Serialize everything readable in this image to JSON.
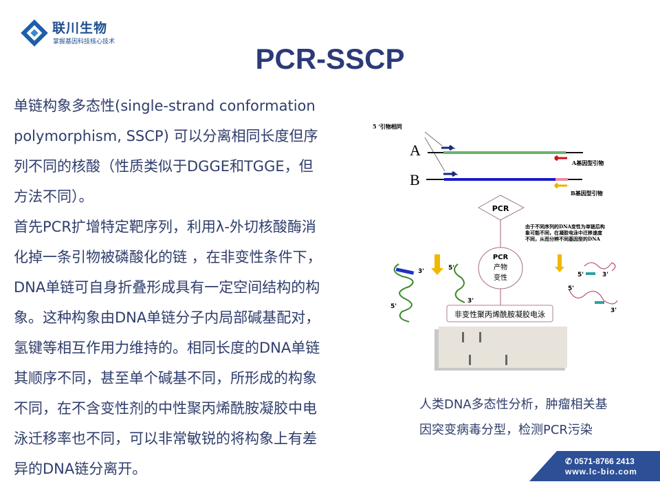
{
  "logo": {
    "name": "联川生物",
    "tagline": "掌握基因科技核心技术"
  },
  "title": "PCR-SSCP",
  "paragraph1": [
    "单链构象多态性(single-strand  conformation",
    "polymorphism, SSCP) 可以分离相同长度但序",
    "列不同的核酸（性质类似于DGGE和TGGE，但",
    "方法不同）。"
  ],
  "paragraph2": [
    "首先PCR扩增特定靶序列，利用λ-外切核酸酶消",
    "化掉一条引物被磷酸化的链 ，在非变性条件下，",
    "DNA单链可自身折叠形成具有一定空间结构的构",
    "象。这种构象由DNA单链分子内局部碱基配对，",
    "氢键等相互作用力维持的。相同长度的DNA单链",
    "其顺序不同，甚至单个碱基不同，所形成的构象",
    "不同，在不含变性剂的中性聚丙烯酰胺凝胶中电",
    "泳迁移率也不同，可以非常敏锐的将构象上有差",
    "异的DNA链分离开。"
  ],
  "diagram": {
    "primer_same_label": "5 '引物相同",
    "strand_a": "A",
    "strand_b": "B",
    "primer_a_label": "A基因型引物",
    "primer_b_label": "B基因型引物",
    "pcr_label": "PCR",
    "note": [
      "由于不同序列的DNA变性为单链后构",
      "象可能不同，在凝胶电泳中迁移速度",
      "不同，从而分辨不同基因型的DNA"
    ],
    "denature": [
      "PCR",
      "产物",
      "变性"
    ],
    "gel_label": "非变性聚丙烯酰胺凝胶电泳",
    "end5": "5'",
    "end3": "3'"
  },
  "caption": [
    "人类DNA多态性分析，肿瘤相关基",
    "因突变病毒分型，检测PCR污染"
  ],
  "footer": {
    "phone": "✆ 0571-8766 2413",
    "website": "www.lc-bio.com"
  },
  "colors": {
    "title": "#2b3a78",
    "text": "#2f3d6b",
    "footer": "#2c4f96"
  }
}
